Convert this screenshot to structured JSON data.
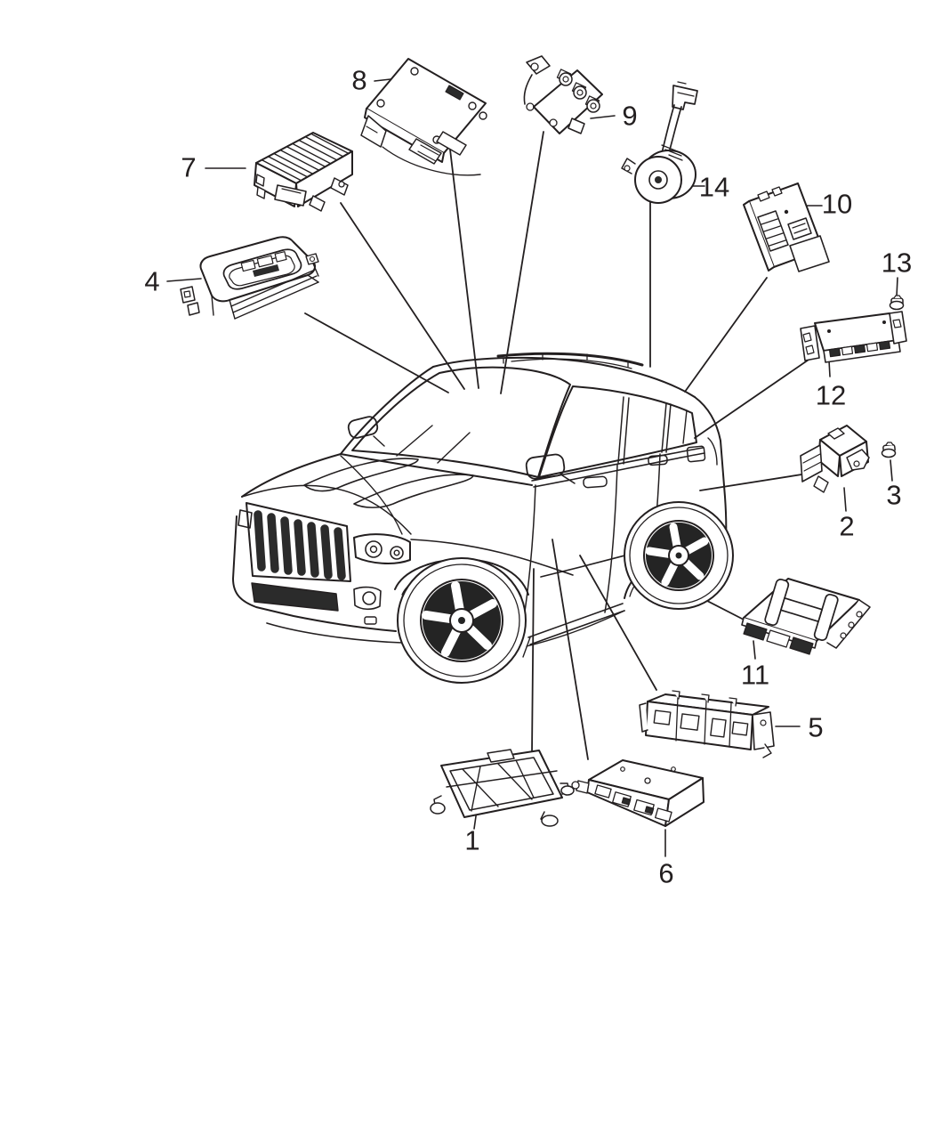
{
  "diagram": {
    "kind": "vehicle-parts-callout-diagram",
    "subject": "suv-front-three-quarter-line-drawing",
    "background_color": "#ffffff",
    "line_color": "#231f20",
    "callouts": [
      {
        "number": "1"
      },
      {
        "number": "2"
      },
      {
        "number": "3"
      },
      {
        "number": "4"
      },
      {
        "number": "5"
      },
      {
        "number": "6"
      },
      {
        "number": "7"
      },
      {
        "number": "8"
      },
      {
        "number": "9"
      },
      {
        "number": "10"
      },
      {
        "number": "11"
      },
      {
        "number": "12"
      },
      {
        "number": "13"
      },
      {
        "number": "14"
      }
    ]
  }
}
